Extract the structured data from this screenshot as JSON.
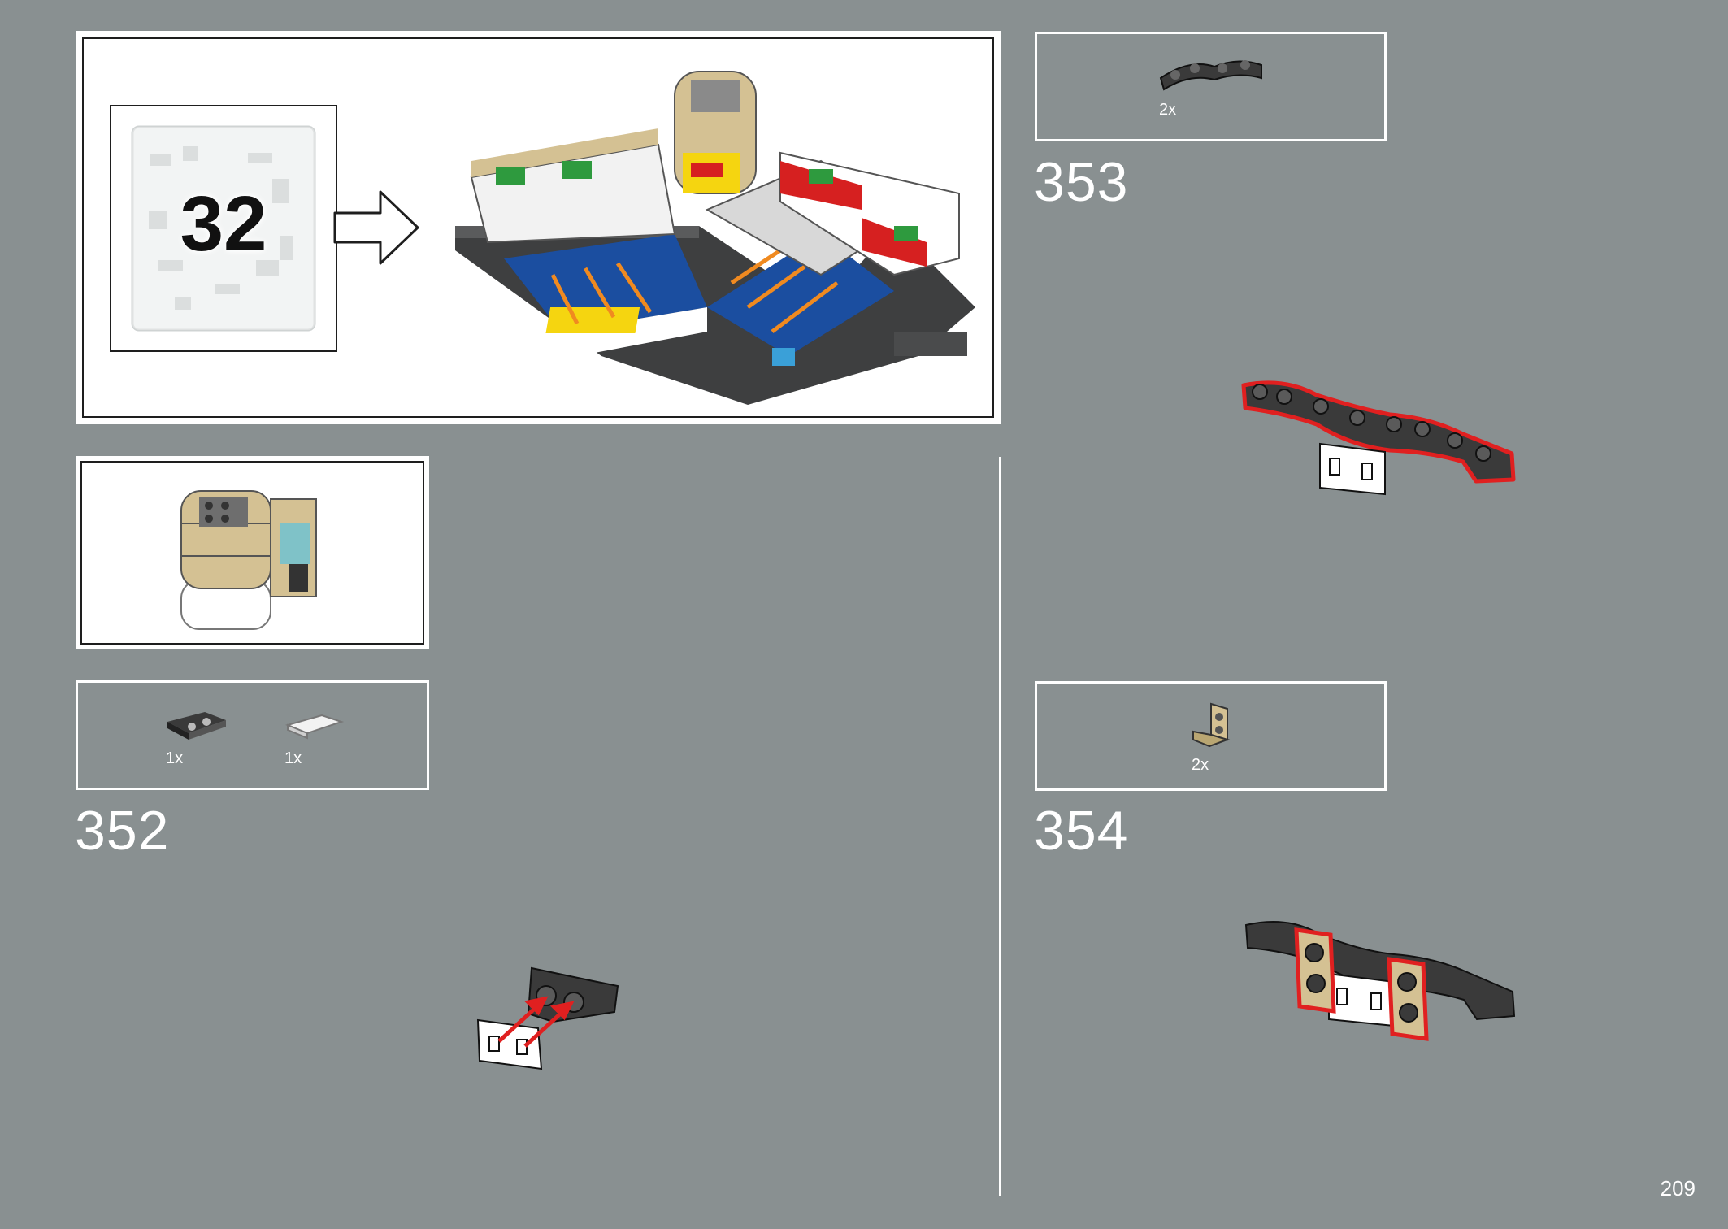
{
  "bag": {
    "number": "32"
  },
  "steps": [
    {
      "number": "352",
      "parts": [
        {
          "qty": "1x",
          "icon": "dark-bracket-plate-icon"
        },
        {
          "qty": "1x",
          "icon": "white-tile-icon"
        }
      ]
    },
    {
      "number": "353",
      "parts": [
        {
          "qty": "2x",
          "icon": "dark-curved-plate-icon"
        }
      ]
    },
    {
      "number": "354",
      "parts": [
        {
          "qty": "2x",
          "icon": "tan-bracket-icon"
        }
      ]
    }
  ],
  "page": {
    "number": "209"
  },
  "colors": {
    "background": "#899091",
    "highlight": "#e02020",
    "dark_brick": "#3a3a3a",
    "tan_brick": "#d4c193"
  }
}
